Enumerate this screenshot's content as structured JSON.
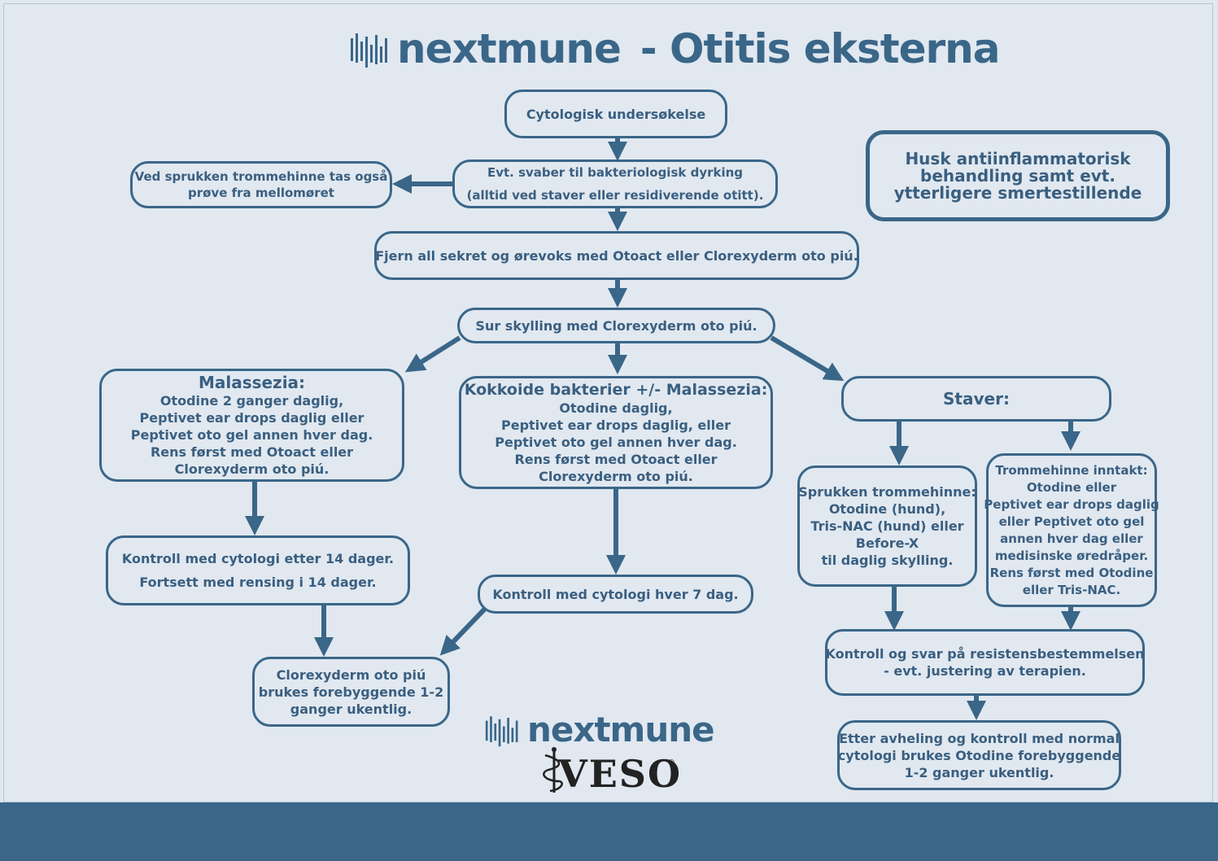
{
  "brand": {
    "name": "nextmune",
    "title_suffix": "- Otitis eksterna"
  },
  "veso": {
    "name": "VESO",
    "reg": "®"
  },
  "boxes": {
    "cytology": "Cytologisk undersøkelse",
    "swab": [
      "Evt. svaber til bakteriologisk dyrking",
      "(alltid ved staver eller residiverende otitt)."
    ],
    "ruptured_sample": [
      "Ved sprukken trommehinne tas også",
      "prøve fra mellomøret"
    ],
    "reminder": [
      "Husk antiinflammatorisk",
      "behandling samt evt.",
      "ytterligere smertestillende"
    ],
    "clean": "Fjern all sekret og ørevoks med Otoact eller Clorexyderm oto piú.",
    "rinse": "Sur skylling med Clorexyderm oto piú.",
    "malassezia": {
      "heading": "Malassezia:",
      "lines": [
        "Otodine 2 ganger daglig,",
        "Peptivet ear drops daglig eller",
        "Peptivet oto gel annen hver dag.",
        "Rens først med Otoact eller",
        "Clorexyderm oto piú."
      ]
    },
    "cocci": {
      "heading": "Kokkoide bakterier +/- Malassezia:",
      "lines": [
        "Otodine daglig,",
        "Peptivet ear drops daglig, eller",
        "Peptivet oto gel annen hver dag.",
        "Rens først med Otoact eller",
        "Clorexyderm oto piú."
      ]
    },
    "rods": "Staver:",
    "ruptured": [
      "Sprukken trommehinne:",
      "Otodine (hund),",
      "Tris-NAC (hund) eller",
      "Before-X",
      "til daglig skylling."
    ],
    "intact": [
      "Trommehinne inntakt:",
      "Otodine eller",
      "Peptivet ear drops daglig",
      "eller Peptivet oto gel",
      "annen hver dag eller",
      "medisinske øredråper.",
      "Rens først med Otodine",
      "eller Tris-NAC."
    ],
    "control_14": [
      "Kontroll med cytologi etter 14 dager.",
      "Fortsett med rensing i 14 dager."
    ],
    "control_7": "Kontroll med cytologi hver 7 dag.",
    "prevent_clorex": [
      "Clorexyderm oto piú",
      "brukes  forebyggende 1-2",
      "ganger ukentlig."
    ],
    "resistance": [
      "Kontroll og svar på resistensbestemmelsen",
      "- evt. justering av terapien."
    ],
    "after_healing": [
      "Etter avheling og kontroll med normal",
      "cytologi brukes Otodine forebyggende",
      "1-2 ganger ukentlig."
    ]
  },
  "colors": {
    "primary": "#3a6688",
    "text": "#3a5f80",
    "background": "#e1e8f0",
    "footer": "#3a6688"
  },
  "icons": {
    "logo": "nextmune-bars-logo",
    "veso": "caduceus-icon"
  }
}
